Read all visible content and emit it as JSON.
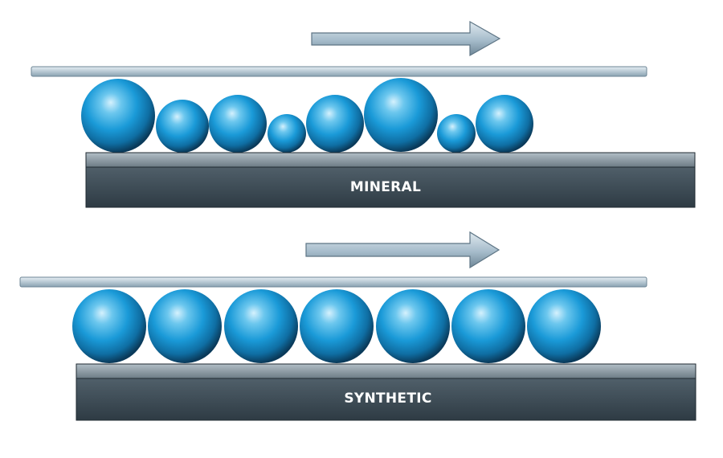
{
  "panels": [
    {
      "id": "mineral",
      "label": "MINERAL",
      "ball_count": 8,
      "ball_sizes": "irregular"
    },
    {
      "id": "synthetic",
      "label": "SYNTHETIC",
      "ball_count": 7,
      "ball_sizes": "uniform"
    }
  ],
  "colors": {
    "ball": "#1a9ad8",
    "ball_highlight": "#c9ecfb",
    "ball_shadow": "#0a3a5a",
    "base": "#3e4e59",
    "base_top": "#8997a1",
    "arrow": "#a6bccb",
    "plate": "#c4d3dc"
  },
  "icons": {
    "direction": "right-arrow-icon"
  }
}
